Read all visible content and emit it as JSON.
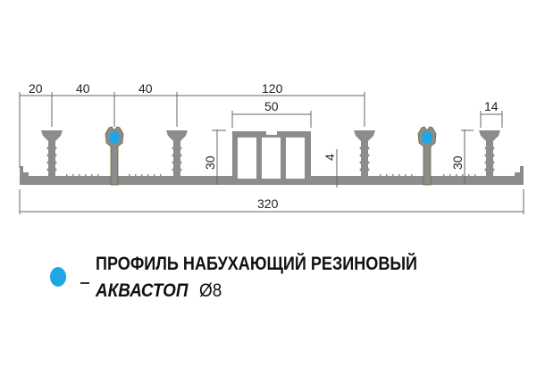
{
  "diagram": {
    "dimensions": {
      "edge": "20",
      "pitch_left_1": "40",
      "pitch_left_2": "40",
      "center_span": "120",
      "center_box": "50",
      "rib_head": "14",
      "height_left": "30",
      "height_right": "30",
      "base_thickness": "4",
      "total_width": "320"
    },
    "colors": {
      "profile": "#8c8c8c",
      "swelling_cord": "#1ea6e6",
      "dim_line": "#666666"
    }
  },
  "legend": {
    "line1": "ПРОФИЛЬ НАБУХАЮЩИЙ РЕЗИНОВЫЙ",
    "line2": "АКВАСТОП",
    "diameter": "Ø8"
  }
}
